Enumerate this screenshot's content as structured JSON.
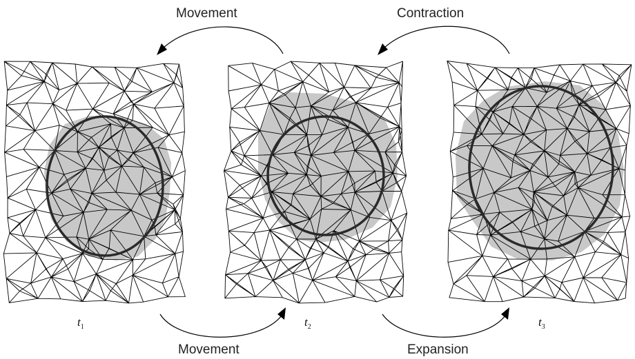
{
  "colors": {
    "mesh": "#000000",
    "region_fill": "#c8c8c8",
    "boundary": "#2a2a2a"
  },
  "arrows": {
    "top_left": {
      "label": "Movement"
    },
    "top_right": {
      "label": "Contraction"
    },
    "bottom_left": {
      "label": "Movement"
    },
    "bottom_right": {
      "label": "Expansion"
    }
  },
  "panels": [
    {
      "time": "t",
      "sub": "1"
    },
    {
      "time": "t",
      "sub": "2"
    },
    {
      "time": "t",
      "sub": "3"
    }
  ]
}
